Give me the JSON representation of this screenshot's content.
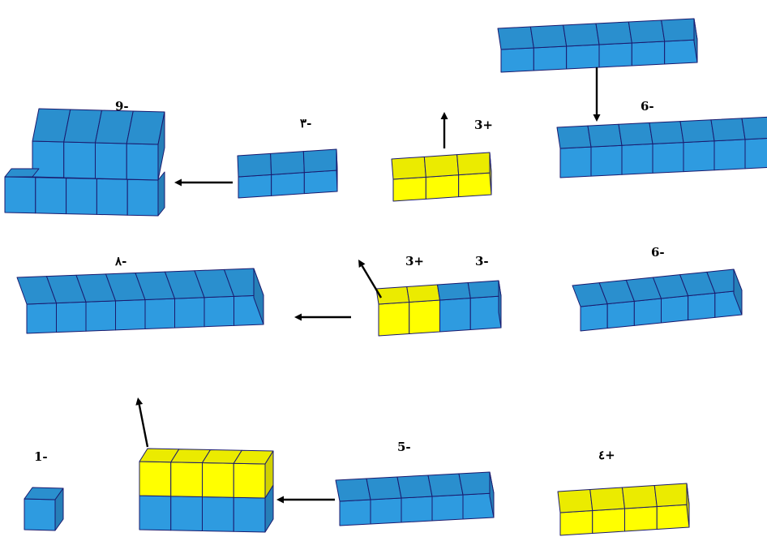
{
  "colors": {
    "blue": "#2e9be0",
    "yellow": "#ffff00",
    "edge": "#1a1a6e",
    "arrow": "#000000",
    "background": "#ffffff"
  },
  "labels": {
    "minus9": "9-",
    "minus3_arabic": "٣-",
    "plus3_top": "3+",
    "minus6_top": "6-",
    "minus8_arabic": "٨-",
    "plus3_mid": "3+",
    "minus3_mid": "3-",
    "minus6_mid": "6-",
    "minus1": "1-",
    "minus5": "5-",
    "plus4_arabic": "٤+"
  },
  "bars": [
    {
      "id": "top-blue-bar",
      "cells": 6,
      "colors": "blue"
    },
    {
      "id": "minus6-top-bar",
      "cells": 7,
      "colors": "blue"
    },
    {
      "id": "plus3-yellow-bar",
      "cells": 3,
      "colors": "yellow"
    },
    {
      "id": "minus3-bar",
      "cells": 3,
      "colors": "blue"
    },
    {
      "id": "nine-block",
      "cells": 9,
      "colors": "blue"
    },
    {
      "id": "eight-bar",
      "cells": 8,
      "colors": "blue"
    },
    {
      "id": "mixed-bar",
      "cells": 4,
      "colors": "2 yellow + 2 blue"
    },
    {
      "id": "minus6-mid-bar",
      "cells": 6,
      "colors": "blue"
    },
    {
      "id": "one-cube",
      "cells": 1,
      "colors": "blue"
    },
    {
      "id": "two-layer-block",
      "cells": 8,
      "colors": "4 yellow over 4 blue"
    },
    {
      "id": "five-bar",
      "cells": 5,
      "colors": "blue"
    },
    {
      "id": "four-yellow-bar",
      "cells": 4,
      "colors": "yellow"
    }
  ]
}
